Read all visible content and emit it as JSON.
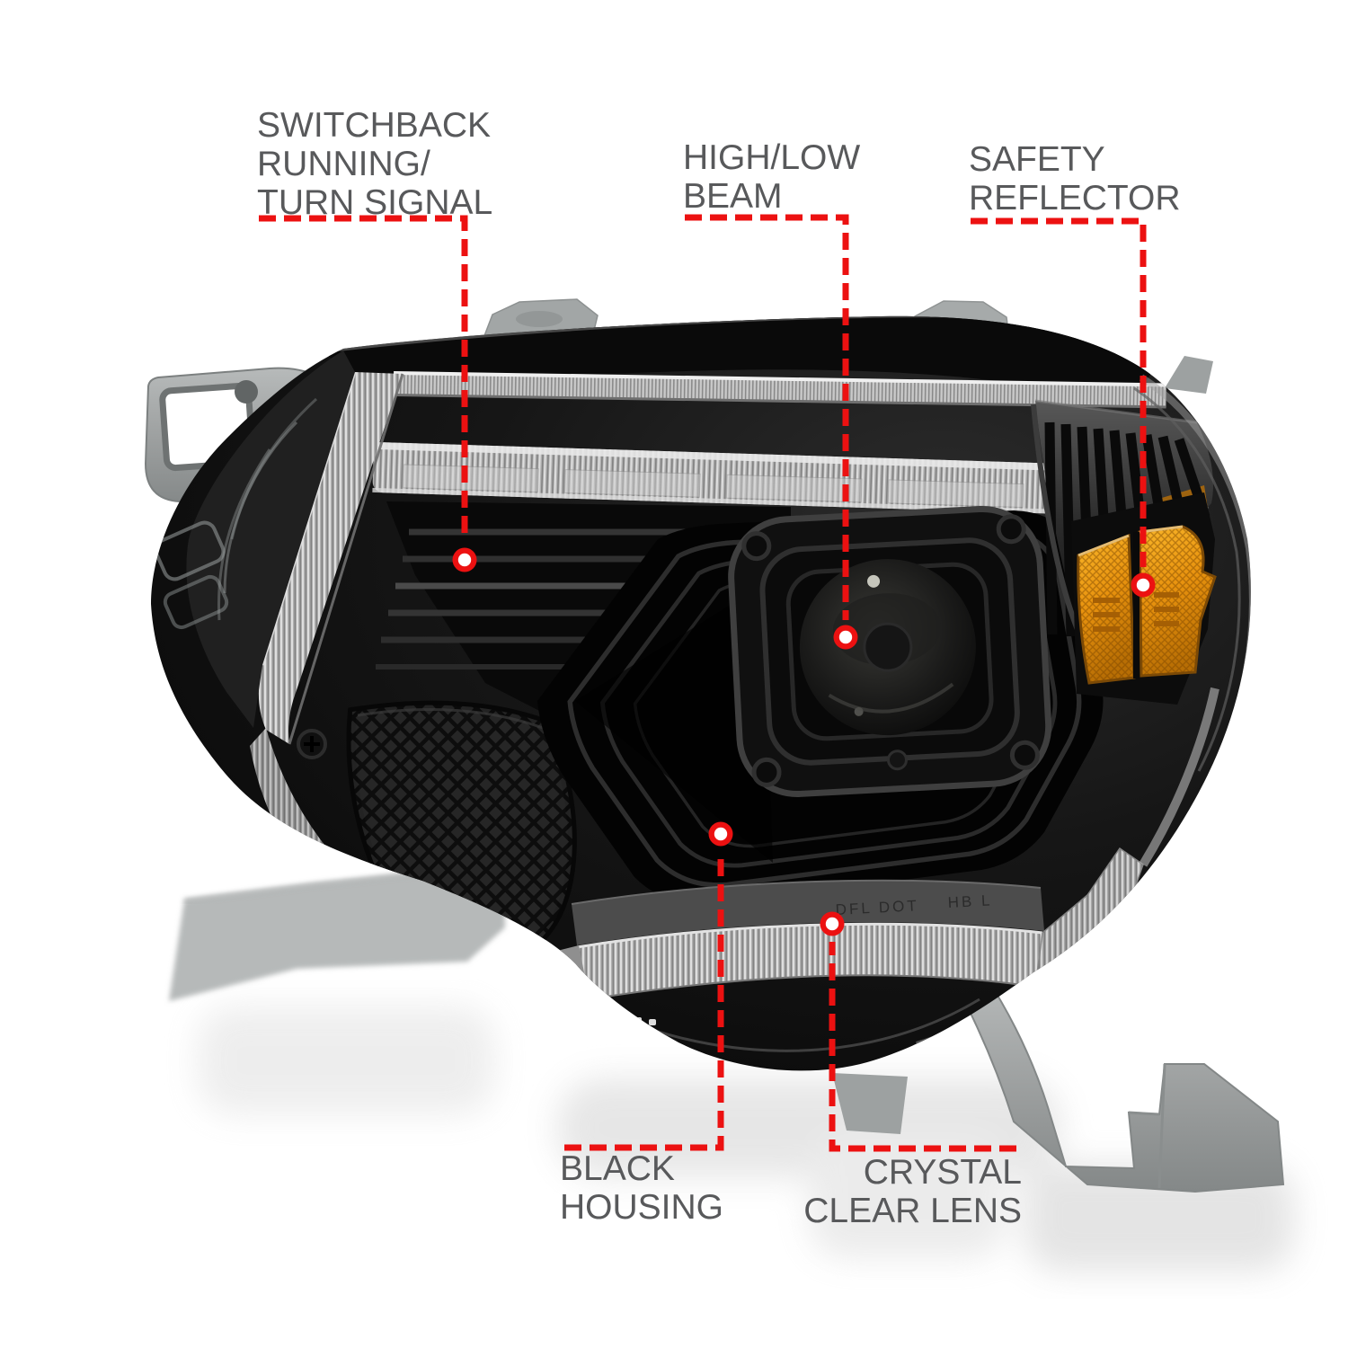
{
  "callouts": {
    "switchback": {
      "line1": "SWITCHBACK",
      "line2": "RUNNING/",
      "line3": "TURN SIGNAL"
    },
    "high_low_beam": {
      "line1": "HIGH/LOW",
      "line2": "BEAM"
    },
    "safety_reflector": {
      "line1": "SAFETY",
      "line2": "REFLECTOR"
    },
    "black_housing": {
      "line1": "BLACK",
      "line2": "HOUSING"
    },
    "crystal_clear_lens": {
      "line1": "CRYSTAL",
      "line2": "CLEAR LENS"
    }
  },
  "lens_markings": {
    "left": "DFL DOT",
    "right": "HB L"
  },
  "colors": {
    "callout_red": "#EC1111",
    "label_gray": "#58595B",
    "amber_reflector": "#E8920E",
    "housing_black": "#0C0C0C",
    "bracket_gray": "#9B9E9E",
    "background": "#FFFFFF"
  }
}
